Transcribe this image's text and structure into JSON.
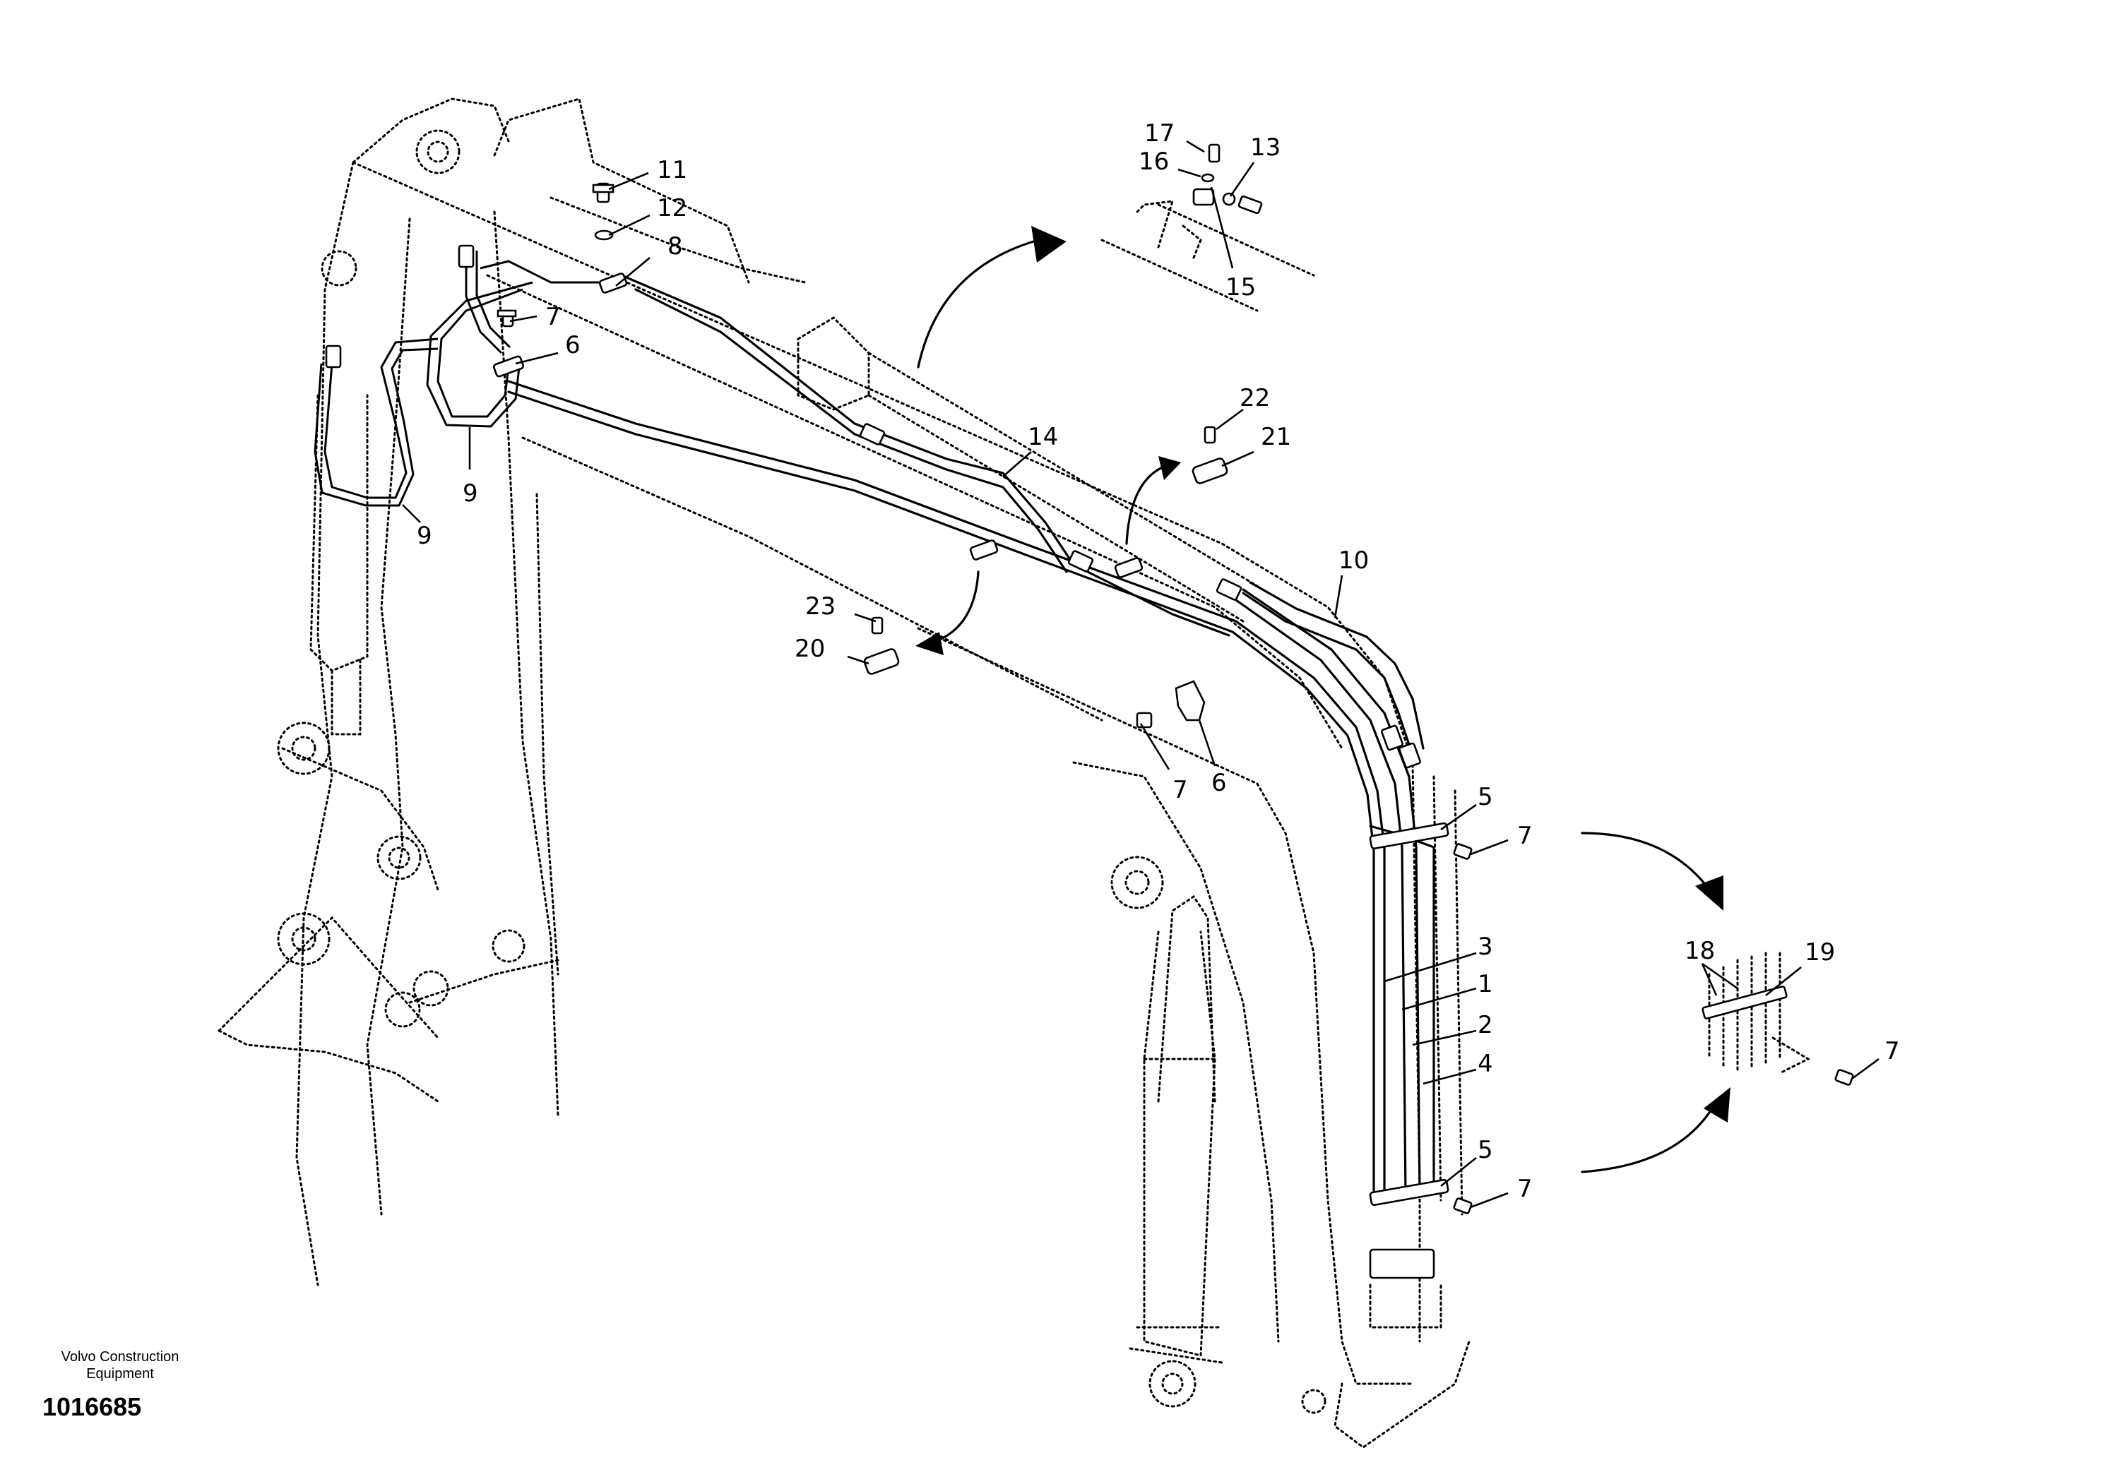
{
  "footer": {
    "company": "Volvo Construction\nEquipment",
    "drawing_number": "1016685"
  },
  "callouts": [
    {
      "id": "c1",
      "label": "1"
    },
    {
      "id": "c2",
      "label": "2"
    },
    {
      "id": "c3",
      "label": "3"
    },
    {
      "id": "c4",
      "label": "4"
    },
    {
      "id": "c5a",
      "label": "5"
    },
    {
      "id": "c5b",
      "label": "5"
    },
    {
      "id": "c6a",
      "label": "6"
    },
    {
      "id": "c6b",
      "label": "6"
    },
    {
      "id": "c7a",
      "label": "7"
    },
    {
      "id": "c7b",
      "label": "7"
    },
    {
      "id": "c7c",
      "label": "7"
    },
    {
      "id": "c7d",
      "label": "7"
    },
    {
      "id": "c7e",
      "label": "7"
    },
    {
      "id": "c8",
      "label": "8"
    },
    {
      "id": "c9a",
      "label": "9"
    },
    {
      "id": "c9b",
      "label": "9"
    },
    {
      "id": "c10",
      "label": "10"
    },
    {
      "id": "c11",
      "label": "11"
    },
    {
      "id": "c12",
      "label": "12"
    },
    {
      "id": "c13",
      "label": "13"
    },
    {
      "id": "c14",
      "label": "14"
    },
    {
      "id": "c15",
      "label": "15"
    },
    {
      "id": "c16",
      "label": "16"
    },
    {
      "id": "c17",
      "label": "17"
    },
    {
      "id": "c18",
      "label": "18"
    },
    {
      "id": "c19",
      "label": "19"
    },
    {
      "id": "c20",
      "label": "20"
    },
    {
      "id": "c21",
      "label": "21"
    },
    {
      "id": "c22",
      "label": "22"
    },
    {
      "id": "c23",
      "label": "23"
    }
  ]
}
